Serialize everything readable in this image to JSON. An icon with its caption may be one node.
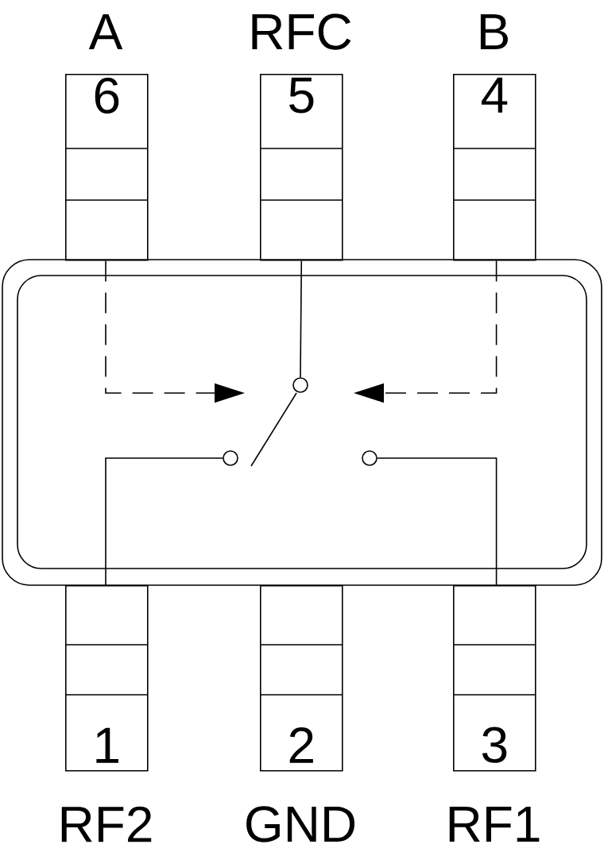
{
  "diagram": {
    "nodes": [
      {
        "text": [
          "6"
        ],
        "beside": [
          "A"
        ]
      },
      {
        "text": [
          "5"
        ],
        "beside": [
          "RFC"
        ]
      },
      {
        "text": [
          "4"
        ],
        "beside": [
          "B"
        ]
      },
      {
        "text": [],
        "shape": "box"
      },
      {
        "text": [],
        "shape": "circle",
        "in": 3
      },
      {
        "text": [],
        "shape": "circle",
        "in": 3
      },
      {
        "text": [],
        "shape": "circle",
        "in": 3
      },
      {
        "text": [
          "1"
        ],
        "beside": [
          "RF2"
        ]
      },
      {
        "text": [
          "2"
        ],
        "beside": [
          "GND"
        ]
      },
      {
        "text": [
          "3"
        ],
        "beside": [
          "RF1"
        ]
      }
    ],
    "edges": [
      {
        "from": 1,
        "to": 4,
        "arrow": "none"
      },
      {
        "from": 7,
        "to": 5,
        "arrow": "none"
      },
      {
        "from": 9,
        "to": 6,
        "arrow": "none"
      },
      {
        "from": 0,
        "to": 4,
        "arrow": "to",
        "style": "dashed"
      },
      {
        "from": 2,
        "to": 4,
        "arrow": "to",
        "style": "dashed"
      }
    ]
  }
}
